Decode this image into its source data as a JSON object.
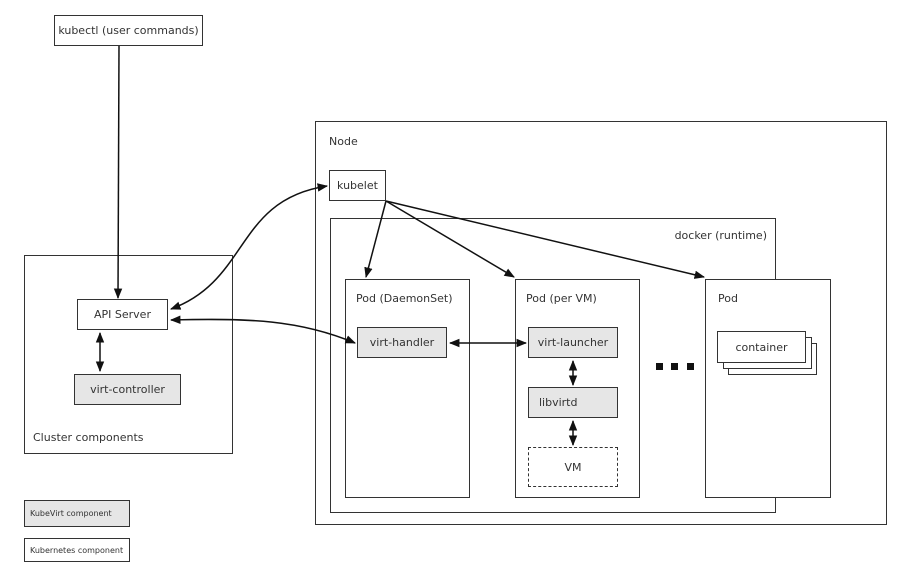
{
  "kubectl": {
    "label": "kubectl (user commands)"
  },
  "cluster": {
    "label": "Cluster components",
    "api_server": "API Server",
    "virt_controller": "virt-controller"
  },
  "node": {
    "label": "Node",
    "kubelet": "kubelet",
    "runtime": {
      "label": "docker (runtime)",
      "pods": [
        {
          "label": "Pod (DaemonSet)",
          "component": "virt-handler"
        },
        {
          "label": "Pod (per VM)",
          "components": [
            "virt-launcher",
            "libvirtd",
            "VM"
          ]
        },
        {
          "label": "Pod",
          "component": "container"
        }
      ]
    }
  },
  "legend": {
    "kubevirt": "KubeVirt component",
    "kubernetes": "Kubernetes component"
  },
  "colors": {
    "kubevirt_fill": "#e6e6e6",
    "kubernetes_fill": "#ffffff",
    "stroke": "#333333"
  }
}
